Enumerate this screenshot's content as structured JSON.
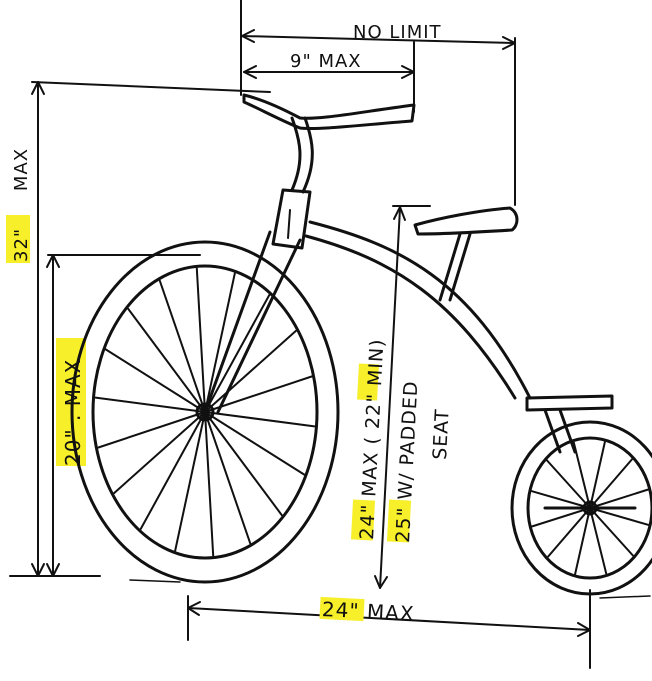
{
  "labels": {
    "no_limit": "NO LIMIT",
    "seat_width": "9\" MAX",
    "overall_height_value": "32\"",
    "overall_height_word": "MAX",
    "wheel_height_value": "20\"",
    "wheel_height_word": ". MAX",
    "seat_height_value": "24\"",
    "seat_height_mid": " MAX (",
    "seat_height_min_value": "22\"",
    "seat_height_min_word": " MIN)",
    "padded_value": "25\"",
    "padded_word": " W/ PADDED",
    "padded_seat": "SEAT",
    "wheelbase_value": "24\"",
    "wheelbase_word": " MAX"
  },
  "colors": {
    "highlight": "#f7ef2a",
    "ink": "#111111"
  }
}
